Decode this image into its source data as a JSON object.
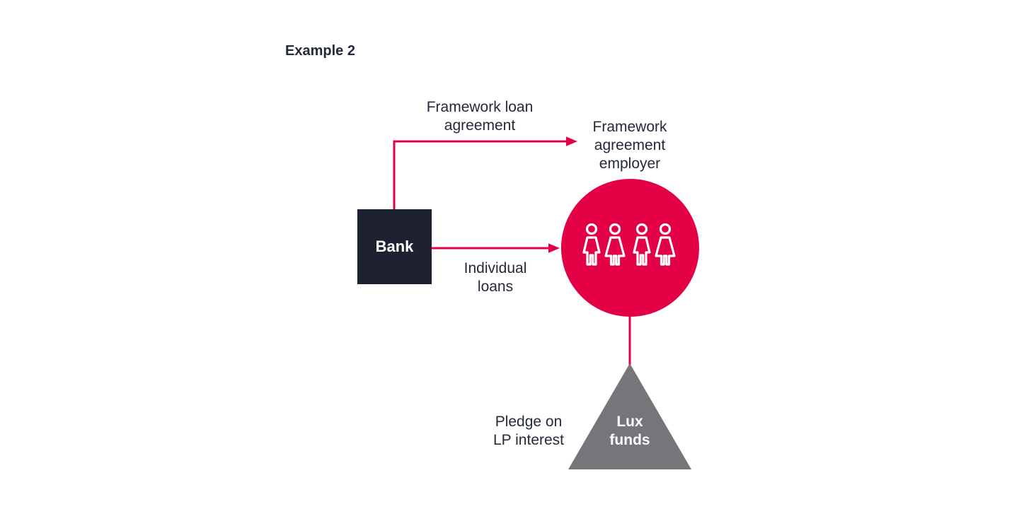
{
  "title": "Example 2",
  "colors": {
    "accent": "#e40045",
    "navy": "#1e2130",
    "text": "#252a3a",
    "gray": "#75767a",
    "white": "#ffffff"
  },
  "nodes": {
    "bank": {
      "label": "Bank"
    },
    "employer_circle": {
      "icon": "people-group-icon",
      "people_count": 4
    },
    "lux_funds": {
      "label": "Lux\nfunds"
    }
  },
  "labels": {
    "framework_loan": "Framework loan\nagreement",
    "framework_employer": "Framework\nagreement\nemployer",
    "individual_loans": "Individual\nloans",
    "pledge": "Pledge on\nLP interest"
  }
}
